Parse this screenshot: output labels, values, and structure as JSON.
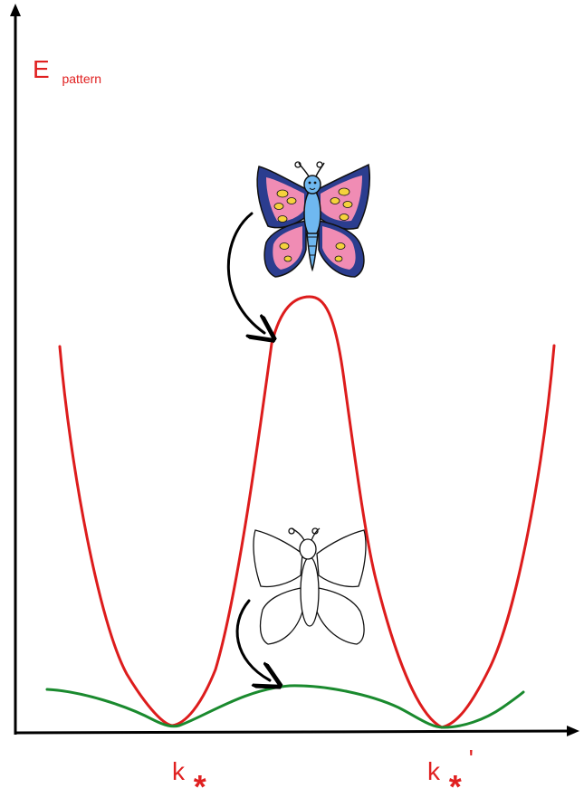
{
  "labels": {
    "y_axis_main": "E",
    "y_axis_sub": "pattern",
    "x_tick_1_main": "k",
    "x_tick_1_mark": "*",
    "x_tick_2_main": "k",
    "x_tick_2_mark": "*",
    "x_tick_2_prime": "'"
  },
  "colors": {
    "label": "#e02020",
    "red_curve": "#dd1c1c",
    "green_curve": "#1a8a2e",
    "axis": "#000000",
    "butterfly_wing_outer": "#2b3d8f",
    "butterfly_wing_inner": "#f08cb4",
    "butterfly_spots": "#f5d23c",
    "butterfly_body": "#6fb8f0"
  },
  "icons": {
    "colored_butterfly": "butterfly-colored-icon",
    "outline_butterfly": "butterfly-outline-icon"
  }
}
